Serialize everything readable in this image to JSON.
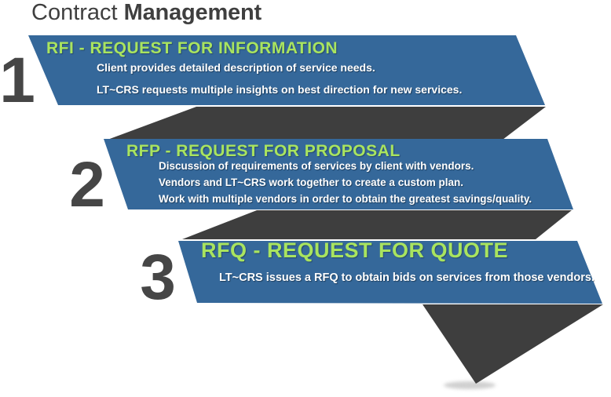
{
  "title": {
    "regular": "Contract",
    "bold": "Management"
  },
  "colors": {
    "banner_blue": "#35689A",
    "ribbon_dark": "#3E3E3E",
    "accent_green": "#A9E45F",
    "number_gray": "#464646",
    "title_gray": "#3F3F3F",
    "body_white": "#FFFFFF",
    "shadow_gray": "#C4C4C4"
  },
  "steps": [
    {
      "number": "1",
      "heading": "RFI - REQUEST FOR INFORMATION",
      "lines": [
        "Client provides detailed description of service needs.",
        "LT~CRS requests multiple insights on best direction for new services."
      ]
    },
    {
      "number": "2",
      "heading": "RFP - REQUEST FOR PROPOSAL",
      "lines": [
        "Discussion of requirements of services by client with vendors.",
        "Vendors and LT~CRS work together to create a custom plan.",
        "Work with multiple vendors in order to obtain the greatest savings/quality."
      ]
    },
    {
      "number": "3",
      "heading": "RFQ - REQUEST FOR QUOTE",
      "lines": [
        "LT~CRS issues a RFQ to obtain bids on services from those vendors."
      ]
    }
  ]
}
